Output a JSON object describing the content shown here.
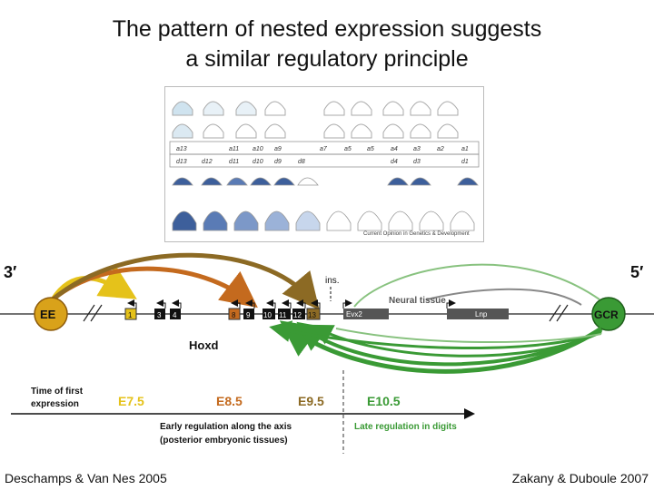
{
  "title": {
    "line1": "The pattern of nested expression suggests",
    "line2": "a similar regulatory principle"
  },
  "panel": {
    "labels_row1": [
      "a13",
      "a11",
      "a10",
      "a9",
      "a7",
      "a5",
      "a5",
      "a4",
      "a3",
      "a2",
      "a1"
    ],
    "labels_row2": [
      "d13",
      "d12",
      "d11",
      "d10",
      "d9",
      "d8",
      "d4",
      "d3",
      "d1"
    ],
    "credit": "Current Opinion in Genetics & Development"
  },
  "diagram": {
    "end3": "3′",
    "end5": "5′",
    "ins": "ins.",
    "ee": "EE",
    "gcr": "GCR",
    "genes": [
      "1",
      "3",
      "4",
      "8",
      "9",
      "10",
      "11",
      "12",
      "13"
    ],
    "evx2": "Evx2",
    "lnp": "Lnp",
    "neural": "Neural tissue",
    "hoxd": "Hoxd",
    "time_label_1": "Time of first",
    "time_label_2": "expression",
    "stages": [
      "E7.5",
      "E8.5",
      "E9.5",
      "E10.5"
    ],
    "early_1": "Early regulation along the axis",
    "early_2": "(posterior embryonic tissues)",
    "late": "Late regulation in digits",
    "colors": {
      "yellow": "#e5c21a",
      "orange": "#c46a1e",
      "brown": "#8c6a24",
      "green": "#3a9a35",
      "blue": "#3d5f9b"
    }
  },
  "credits": {
    "left": "Deschamps & Van Nes 2005",
    "right": "Zakany & Duboule 2007"
  }
}
